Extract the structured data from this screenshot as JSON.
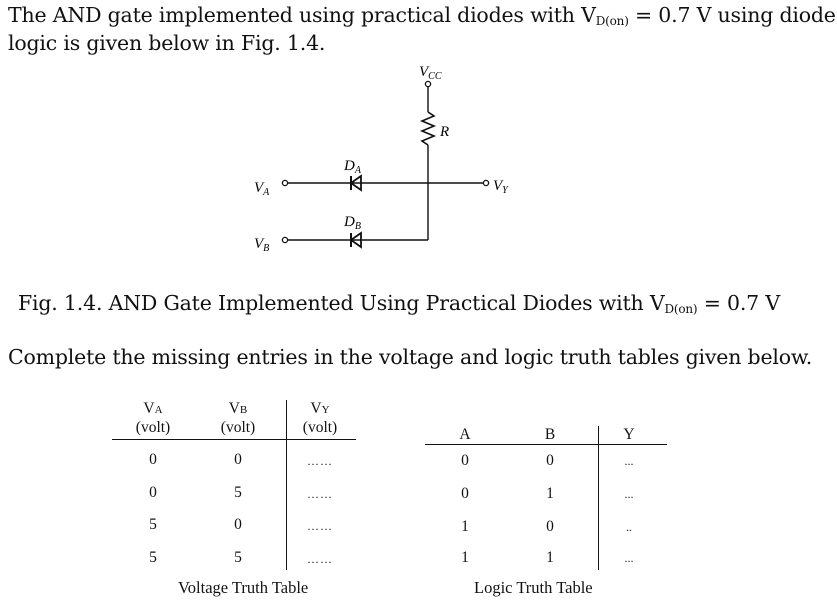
{
  "intro": {
    "line1_a": "The AND gate implemented using practical diodes with V",
    "line1_sub": "D(on)",
    "line1_b": " = 0.7 V using diode",
    "line2": "logic is given below in Fig. 1.4."
  },
  "circuit": {
    "vcc": "V",
    "vcc_sub": "CC",
    "r_label": "R",
    "da_label": "D",
    "da_sub": "A",
    "db_label": "D",
    "db_sub": "B",
    "va_label": "V",
    "va_sub": "A",
    "vb_label": "V",
    "vb_sub": "B",
    "vy_label": "V",
    "vy_sub": "Y"
  },
  "figure_caption": {
    "text_a": "Fig. 1.4. AND Gate Implemented Using Practical Diodes with V",
    "sub": "D(on)",
    "text_b": " = 0.7 V"
  },
  "instruction": "Complete the missing entries in the voltage and logic truth tables given below.",
  "voltage_table": {
    "headers": [
      {
        "sym": "V",
        "sub": "A",
        "unit": "(volt)"
      },
      {
        "sym": "V",
        "sub": "B",
        "unit": "(volt)"
      },
      {
        "sym": "V",
        "sub": "Y",
        "unit": "(volt)"
      }
    ],
    "rows": [
      [
        "0",
        "0",
        "……"
      ],
      [
        "0",
        "5",
        "……"
      ],
      [
        "5",
        "0",
        "……"
      ],
      [
        "5",
        "5",
        "……"
      ]
    ],
    "caption": "Voltage Truth Table"
  },
  "logic_table": {
    "headers": [
      "A",
      "B",
      "Y"
    ],
    "rows": [
      [
        "0",
        "0",
        "..."
      ],
      [
        "0",
        "1",
        "..."
      ],
      [
        "1",
        "0",
        ".."
      ],
      [
        "1",
        "1",
        "..."
      ]
    ],
    "caption": "Logic Truth Table"
  }
}
